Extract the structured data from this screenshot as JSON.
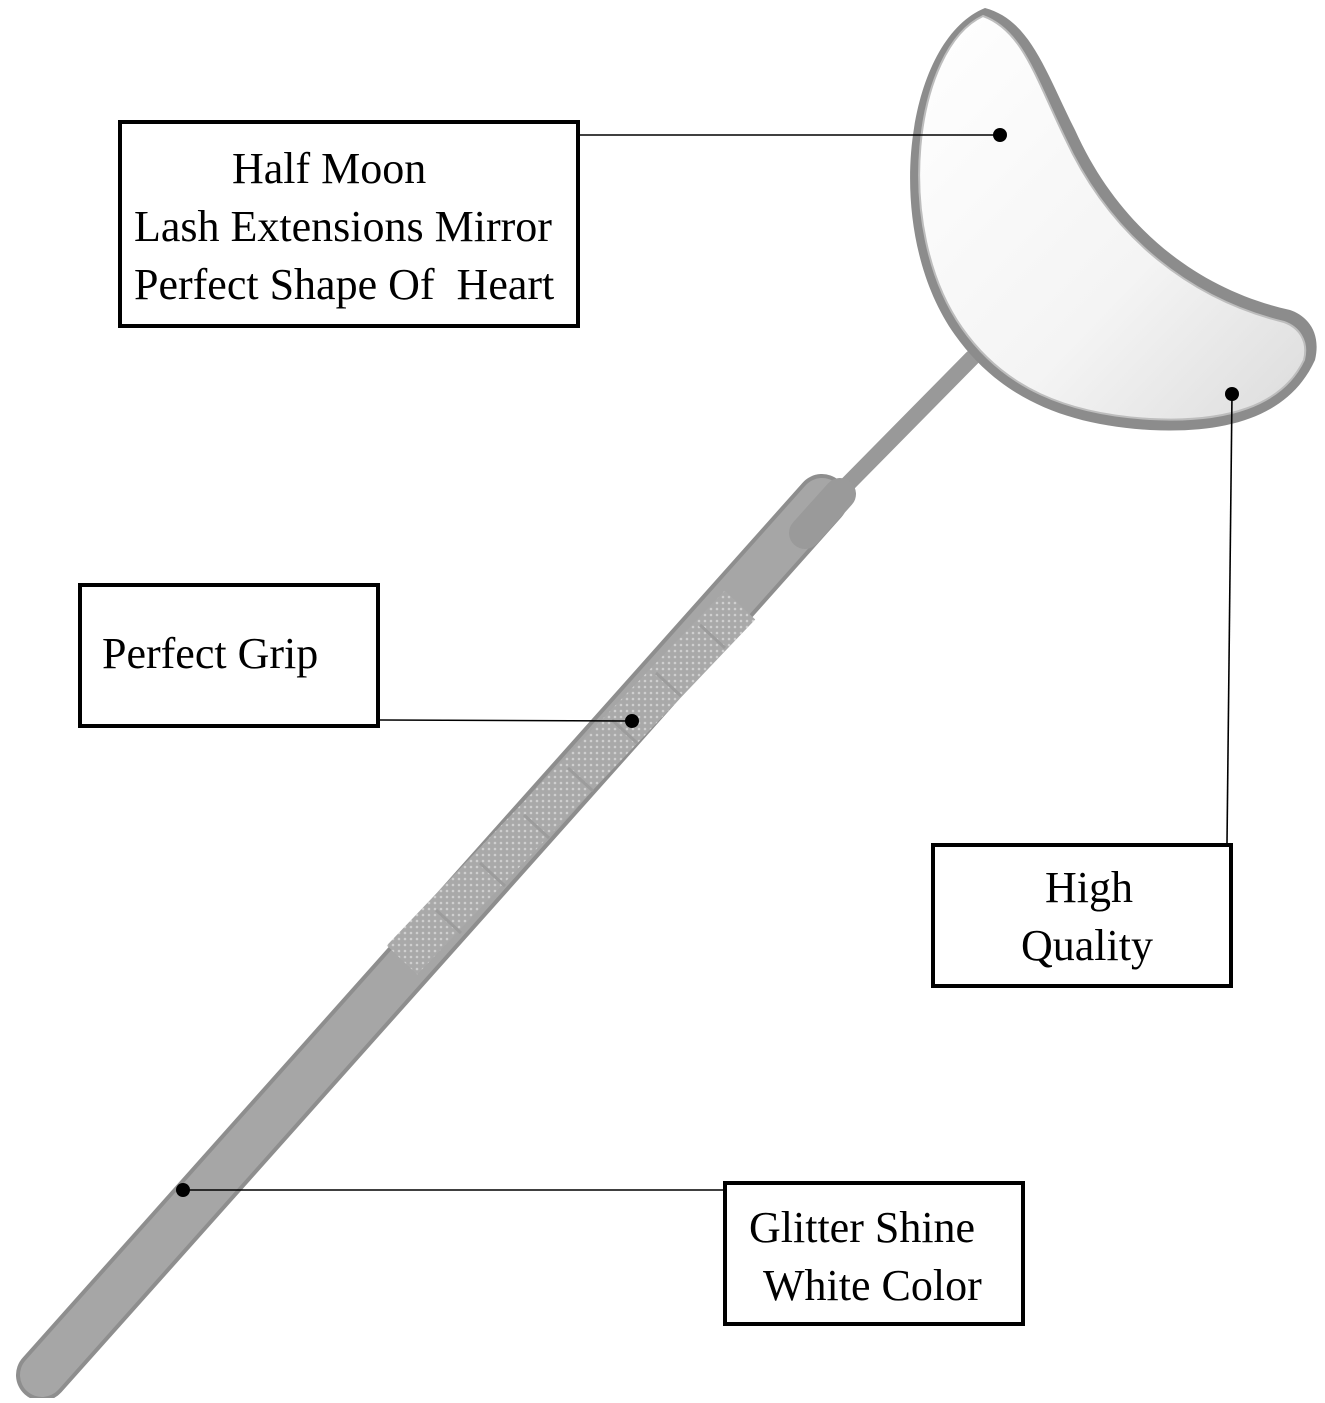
{
  "callouts": {
    "half_moon": {
      "line1": "Half Moon",
      "line2": "Lash Extensions Mirror",
      "line3": "Perfect Shape Of  Heart"
    },
    "grip": {
      "line1": "Perfect Grip"
    },
    "quality": {
      "line1": "High",
      "line2": "Quality"
    },
    "glitter": {
      "line1": "Glitter Shine",
      "line2": "White Color"
    }
  },
  "colors": {
    "handle": "#a3a3a3",
    "mirror_rim": "#8c8c8c",
    "mirror_face": "#ffffff",
    "leader": "#000000"
  }
}
